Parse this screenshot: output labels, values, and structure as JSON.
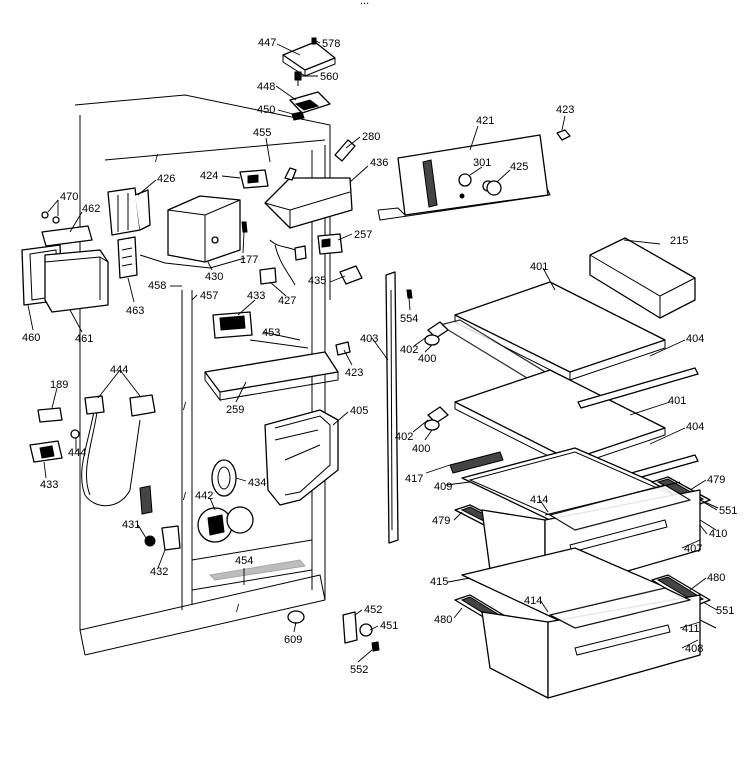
{
  "header_fragment": "...",
  "part_labels": [
    "447",
    "578",
    "448",
    "560",
    "450",
    "455",
    "280",
    "421",
    "423",
    "301",
    "425",
    "436",
    "424",
    "426",
    "470",
    "462",
    "177",
    "257",
    "430",
    "435",
    "427",
    "215",
    "433",
    "458",
    "457",
    "463",
    "460",
    "461",
    "401",
    "554",
    "453",
    "403",
    "402",
    "400",
    "404",
    "423",
    "189",
    "444",
    "259",
    "405",
    "401",
    "402",
    "400",
    "404",
    "444",
    "433",
    "434",
    "417",
    "409",
    "479",
    "414",
    "551",
    "442",
    "479",
    "410",
    "407",
    "431",
    "432",
    "454",
    "415",
    "480",
    "414",
    "551",
    "452",
    "480",
    "609",
    "451",
    "411",
    "552",
    "408"
  ]
}
